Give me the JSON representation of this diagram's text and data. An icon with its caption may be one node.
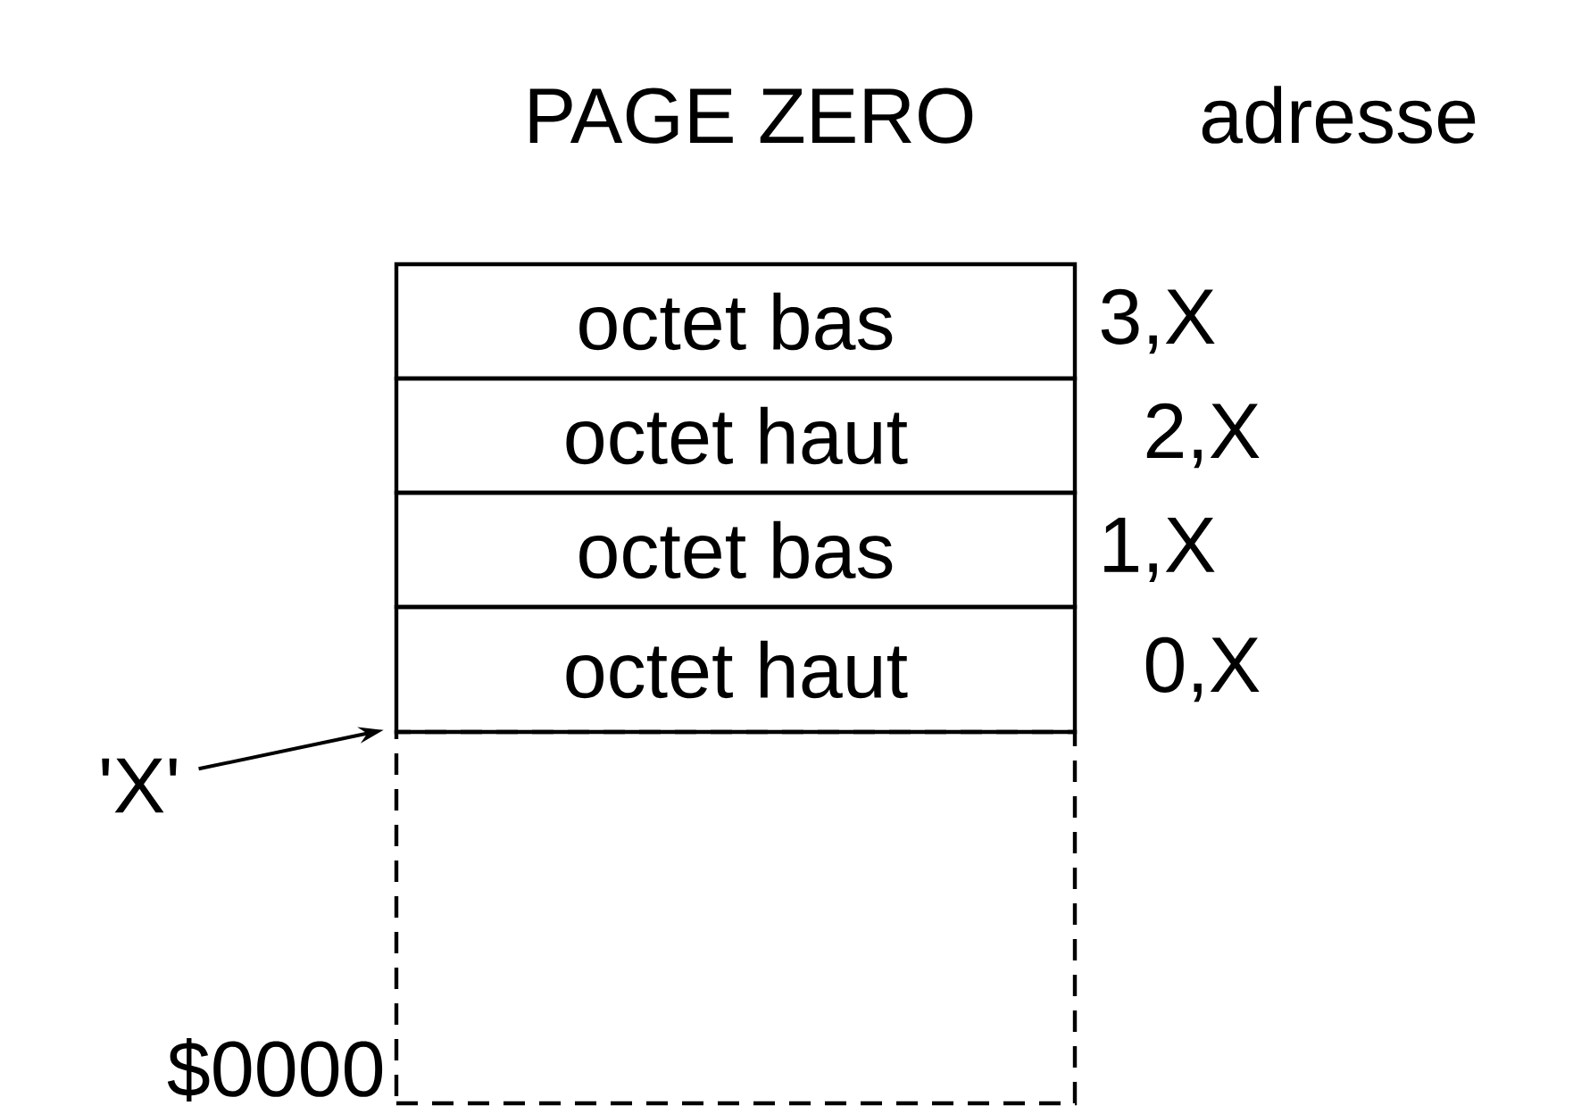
{
  "diagram": {
    "title": "PAGE ZERO",
    "nodes": [
      {
        "text": [
          "octet bas"
        ],
        "beside": [
          "3,X"
        ]
      },
      {
        "text": [
          "octet haut"
        ],
        "beside": [
          "2,X"
        ]
      },
      {
        "text": [
          "octet bas"
        ],
        "beside": [
          "1,X"
        ]
      },
      {
        "text": [
          "octet haut"
        ],
        "beside": [
          "0,X"
        ]
      },
      {
        "text": [],
        "shape": "box",
        "beside": [
          "$0000"
        ]
      },
      {
        "text": [
          "'X'"
        ]
      }
    ],
    "edges": [
      {
        "from": 5,
        "to": 4,
        "arrow": "to"
      }
    ],
    "labels": [
      "adresse"
    ]
  }
}
